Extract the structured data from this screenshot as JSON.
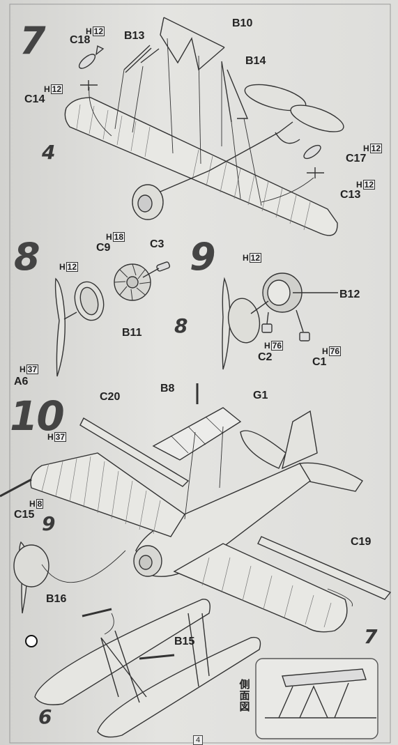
{
  "steps": {
    "s7": "7",
    "s8": "8",
    "s9": "9",
    "s10": "10"
  },
  "refs": {
    "r4": "4",
    "r8": "8",
    "r9": "9",
    "r7": "7",
    "r6": "6"
  },
  "labels": {
    "C18": "C18",
    "B13": "B13",
    "B10": "B10",
    "B14": "B14",
    "C14": "C14",
    "C17": "C17",
    "C13": "C13",
    "C9": "C9",
    "C3": "C3",
    "B11": "B11",
    "A6": "A6",
    "B12": "B12",
    "C2": "C2",
    "C1": "C1",
    "C20": "C20",
    "B8": "B8",
    "G1": "G1",
    "C15": "C15",
    "C19": "C19",
    "B16": "B16",
    "B15": "B15"
  },
  "part_codes": {
    "h12a": {
      "letter": "H",
      "num": "12"
    },
    "h12b": {
      "letter": "H",
      "num": "12"
    },
    "h12c": {
      "letter": "H",
      "num": "12"
    },
    "h12d": {
      "letter": "H",
      "num": "12"
    },
    "h18": {
      "letter": "H",
      "num": "18"
    },
    "h12e": {
      "letter": "H",
      "num": "12"
    },
    "h12f": {
      "letter": "H",
      "num": "12"
    },
    "h37a": {
      "letter": "H",
      "num": "37"
    },
    "h76a": {
      "letter": "H",
      "num": "76"
    },
    "h76b": {
      "letter": "H",
      "num": "76"
    },
    "h37b": {
      "letter": "H",
      "num": "37"
    },
    "h8": {
      "letter": "H",
      "num": "8"
    }
  },
  "side_view_label": "側面図",
  "page_number": "4",
  "icons": {
    "symbol": "cement-symbol-icon"
  }
}
